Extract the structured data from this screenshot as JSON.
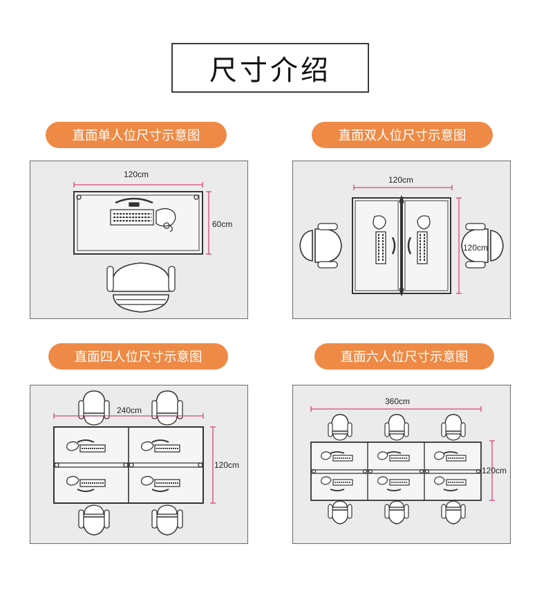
{
  "title": "尺寸介绍",
  "panels": [
    {
      "label": "直面单人位尺寸示意图",
      "width_dim": "120cm",
      "depth_dim": "60cm"
    },
    {
      "label": "直面双人位尺寸示意图",
      "width_dim": "120cm",
      "depth_dim": "120cm"
    },
    {
      "label": "直面四人位尺寸示意图",
      "width_dim": "240cm",
      "depth_dim": "120cm"
    },
    {
      "label": "直面六人位尺寸示意图",
      "width_dim": "360cm",
      "depth_dim": "120cm"
    }
  ],
  "colors": {
    "accent": "#ee8a45",
    "dimension_line": "#d9437a",
    "panel_bg": "#ebebeb"
  }
}
